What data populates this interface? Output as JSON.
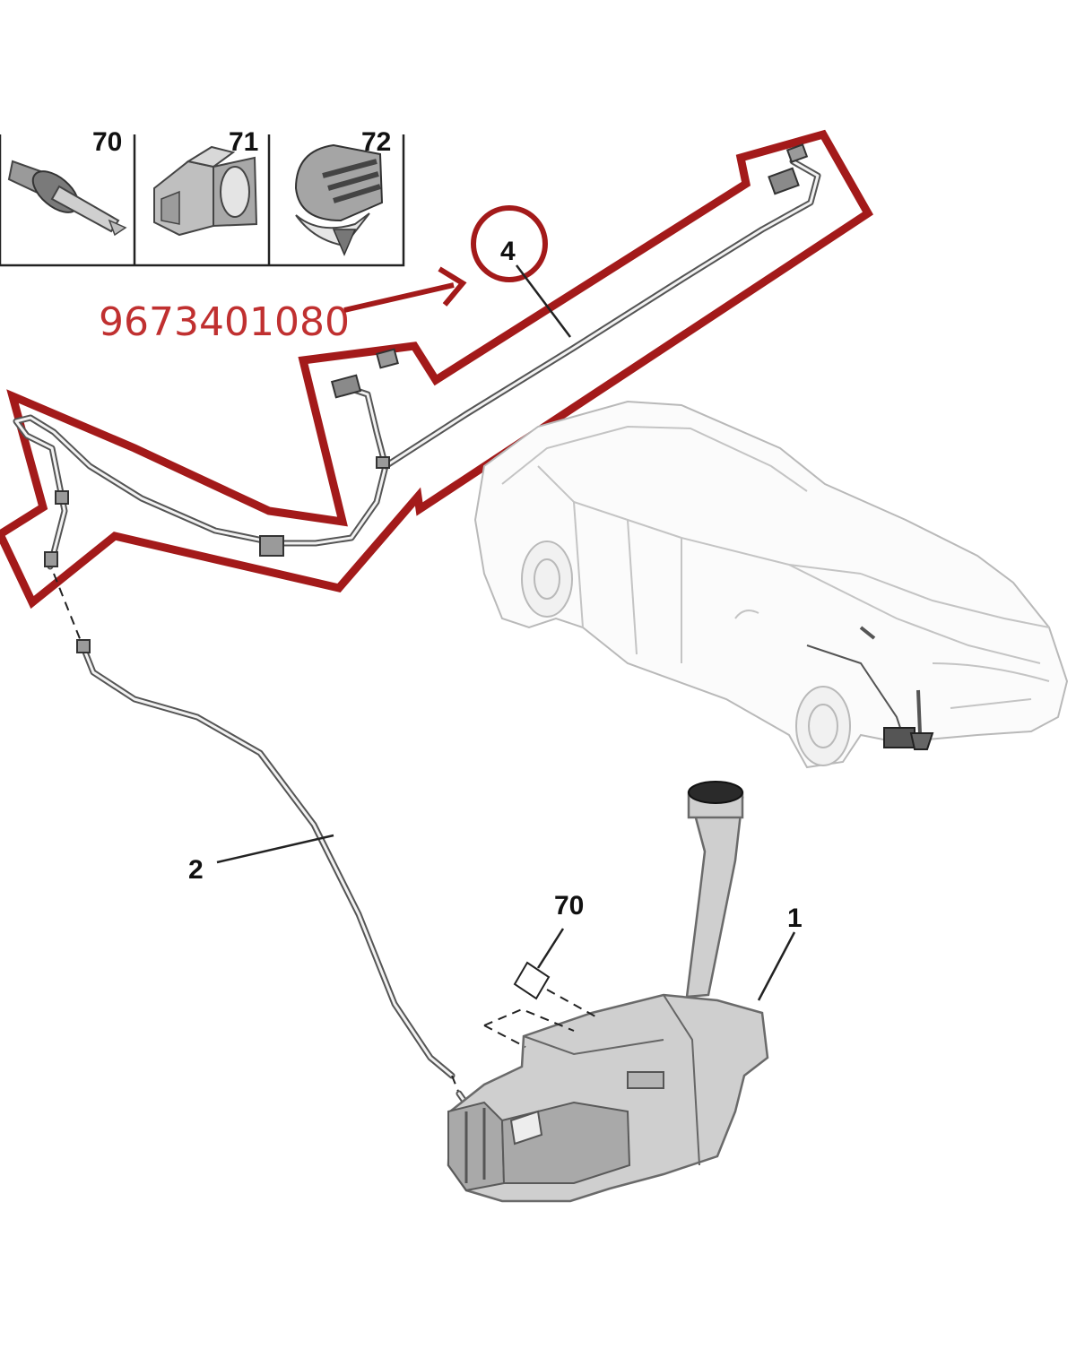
{
  "inset": {
    "cells": [
      {
        "label": "70",
        "icon": "rivet-icon"
      },
      {
        "label": "71",
        "icon": "hose-clip-icon"
      },
      {
        "label": "72",
        "icon": "push-clip-icon"
      }
    ]
  },
  "callouts": {
    "part_number": "9673401080",
    "hose_highlight": "4",
    "hose_lower": "2",
    "label_70": "70",
    "reservoir": "1"
  },
  "colors": {
    "highlight": "#a31a1a",
    "part_number_text": "#c03030"
  }
}
